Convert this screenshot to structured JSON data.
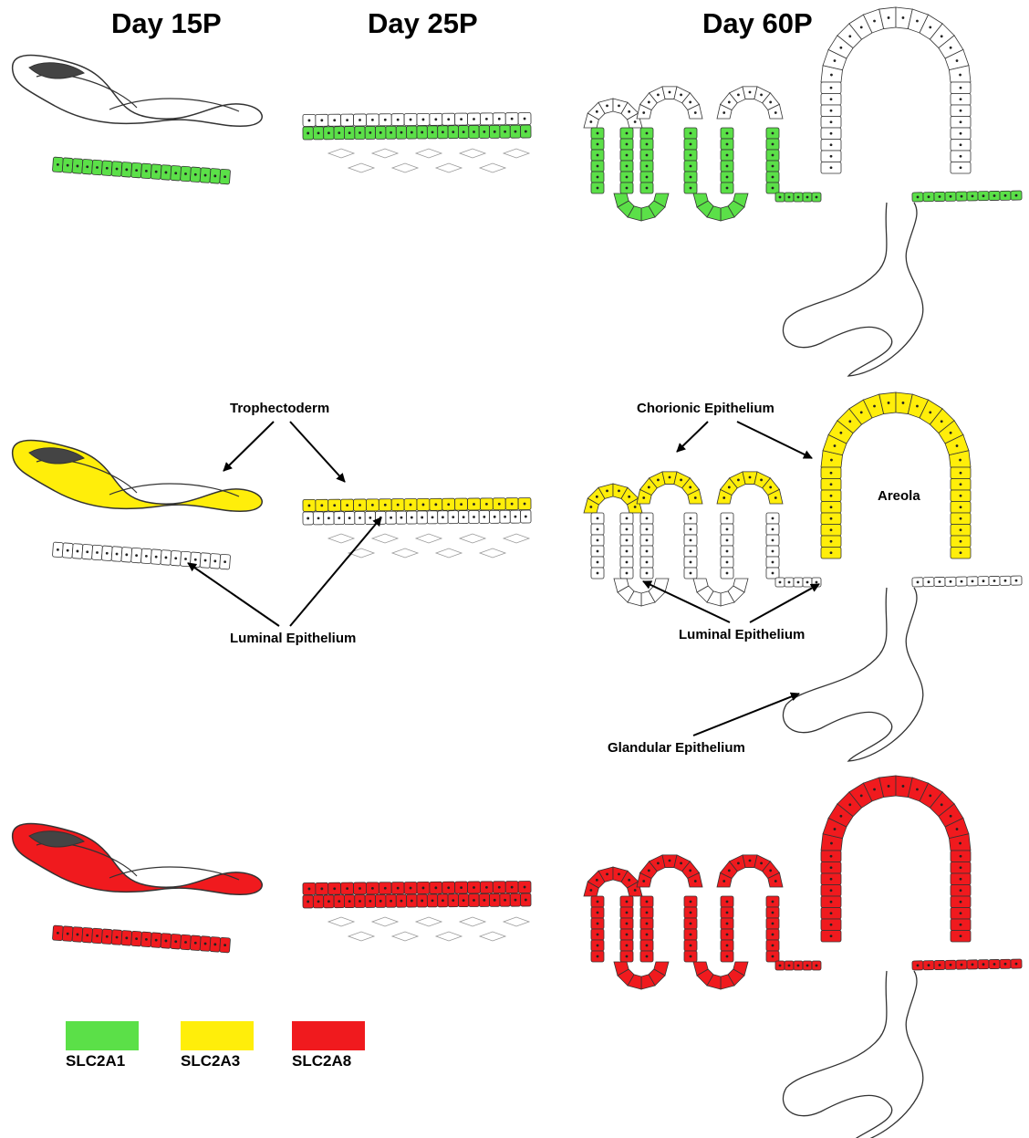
{
  "columns": [
    "Day 15P",
    "Day 25P",
    "Day 60P"
  ],
  "labels": {
    "trophectoderm": "Trophectoderm",
    "luminal_epithelium_left": "Luminal Epithelium",
    "chorionic_epithelium": "Chorionic Epithelium",
    "areola": "Areola",
    "luminal_epithelium_right": "Luminal Epithelium",
    "glandular_epithelium": "Glandular Epithelium"
  },
  "legend": [
    {
      "name": "SLC2A1",
      "color": "#5be048"
    },
    {
      "name": "SLC2A3",
      "color": "#ffee0a"
    },
    {
      "name": "SLC2A8",
      "color": "#f01a1e"
    }
  ],
  "rows": [
    {
      "gene": "SLC2A1",
      "color": "#5be048",
      "conceptus": "none",
      "luminal": true,
      "areola": false,
      "chorion_tips": false
    },
    {
      "gene": "SLC2A3",
      "color": "#ffee0a",
      "conceptus": "fill",
      "luminal": false,
      "areola": true,
      "chorion_tips": true
    },
    {
      "gene": "SLC2A8",
      "color": "#f01a1e",
      "conceptus": "fill",
      "luminal": true,
      "areola": true,
      "chorion_tips": true
    }
  ]
}
